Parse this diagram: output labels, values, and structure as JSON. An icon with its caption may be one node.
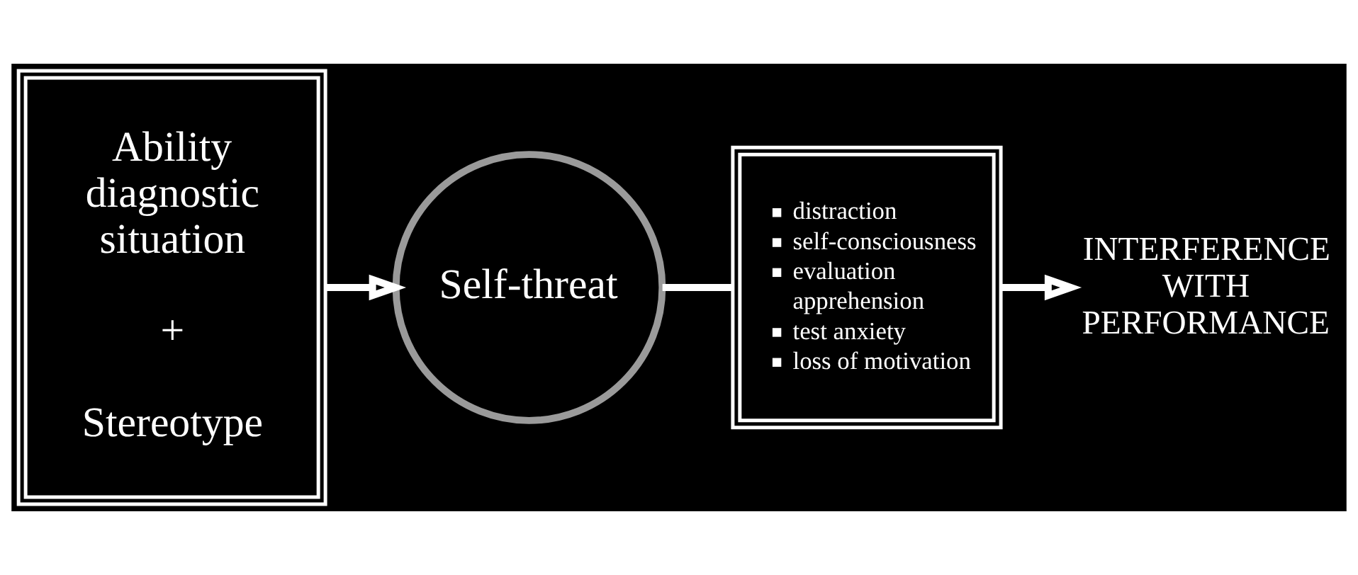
{
  "diagram": {
    "nodes": [
      {
        "text": [
          "Ability diagnostic situation",
          "+",
          "Stereotype"
        ]
      },
      {
        "text": [
          "Self-threat"
        ]
      },
      {
        "text": [
          "distraction",
          "self-consciousness",
          "evaluation apprehension",
          "test anxiety",
          "loss of motivation"
        ]
      },
      {
        "text": [
          "INTERFERENCE WITH PERFORMANCE"
        ]
      }
    ],
    "edges": [
      {
        "from": 0,
        "to": 1,
        "arrow": "to"
      },
      {
        "from": 1,
        "to": 2,
        "arrow": "none"
      },
      {
        "from": 2,
        "to": 3,
        "arrow": "to"
      }
    ]
  }
}
